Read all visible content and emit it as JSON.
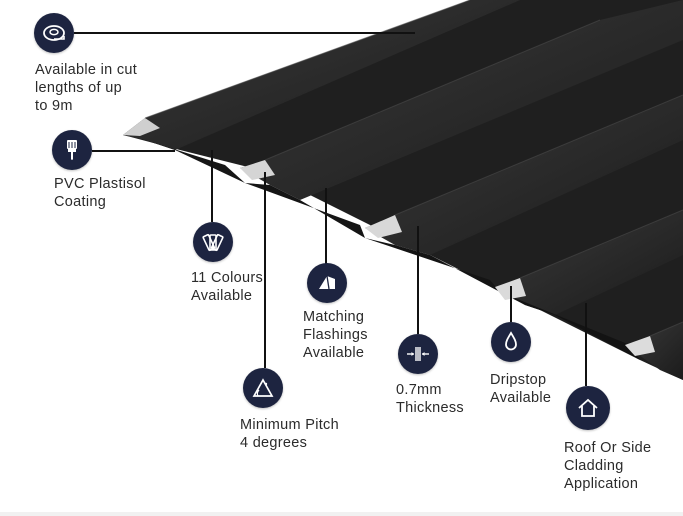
{
  "colors": {
    "badge": "#1d2440",
    "sheet": "#2a2a2a",
    "leader": "#111111",
    "text": "#2b2b2b"
  },
  "features": [
    {
      "id": "cut-lengths",
      "icon": "tape-measure-icon",
      "lines": [
        "Available in cut",
        "lengths of up",
        "to 9m"
      ]
    },
    {
      "id": "pvc-coating",
      "icon": "paint-brush-icon",
      "lines": [
        "PVC Plastisol",
        "Coating"
      ]
    },
    {
      "id": "colours",
      "icon": "colour-swatch-icon",
      "lines": [
        "11 Colours",
        "Available"
      ]
    },
    {
      "id": "flashings",
      "icon": "flashing-icon",
      "lines": [
        "Matching",
        "Flashings",
        "Available"
      ]
    },
    {
      "id": "pitch",
      "icon": "pitch-angle-icon",
      "lines": [
        "Minimum Pitch",
        "4 degrees"
      ]
    },
    {
      "id": "thickness",
      "icon": "thickness-icon",
      "lines": [
        "0.7mm",
        "Thickness"
      ]
    },
    {
      "id": "dripstop",
      "icon": "water-drop-icon",
      "lines": [
        "Dripstop",
        "Available"
      ]
    },
    {
      "id": "application",
      "icon": "house-icon",
      "lines": [
        "Roof Or Side",
        "Cladding",
        "Application"
      ]
    }
  ]
}
